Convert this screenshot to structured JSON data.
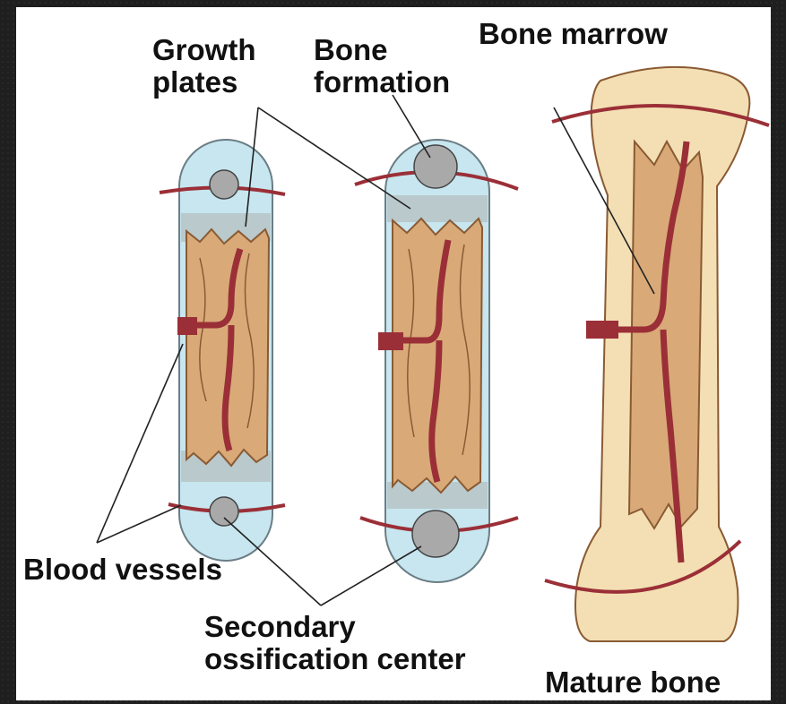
{
  "labels": {
    "growth_plates": [
      "Growth",
      "plates"
    ],
    "bone_formation": [
      "Bone",
      "formation"
    ],
    "bone_marrow": "Bone marrow",
    "blood_vessels": "Blood vessels",
    "secondary_ossification_center": [
      "Secondary",
      "ossification center"
    ],
    "mature_bone": "Mature bone"
  },
  "colors": {
    "cartilage": "#c7e6ef",
    "bone": "#d9aa78",
    "bone_outline": "#8a5a33",
    "mature_bone": "#f3dfb3",
    "vessel": "#9b2f37",
    "ossification": "#a9a9a9"
  }
}
